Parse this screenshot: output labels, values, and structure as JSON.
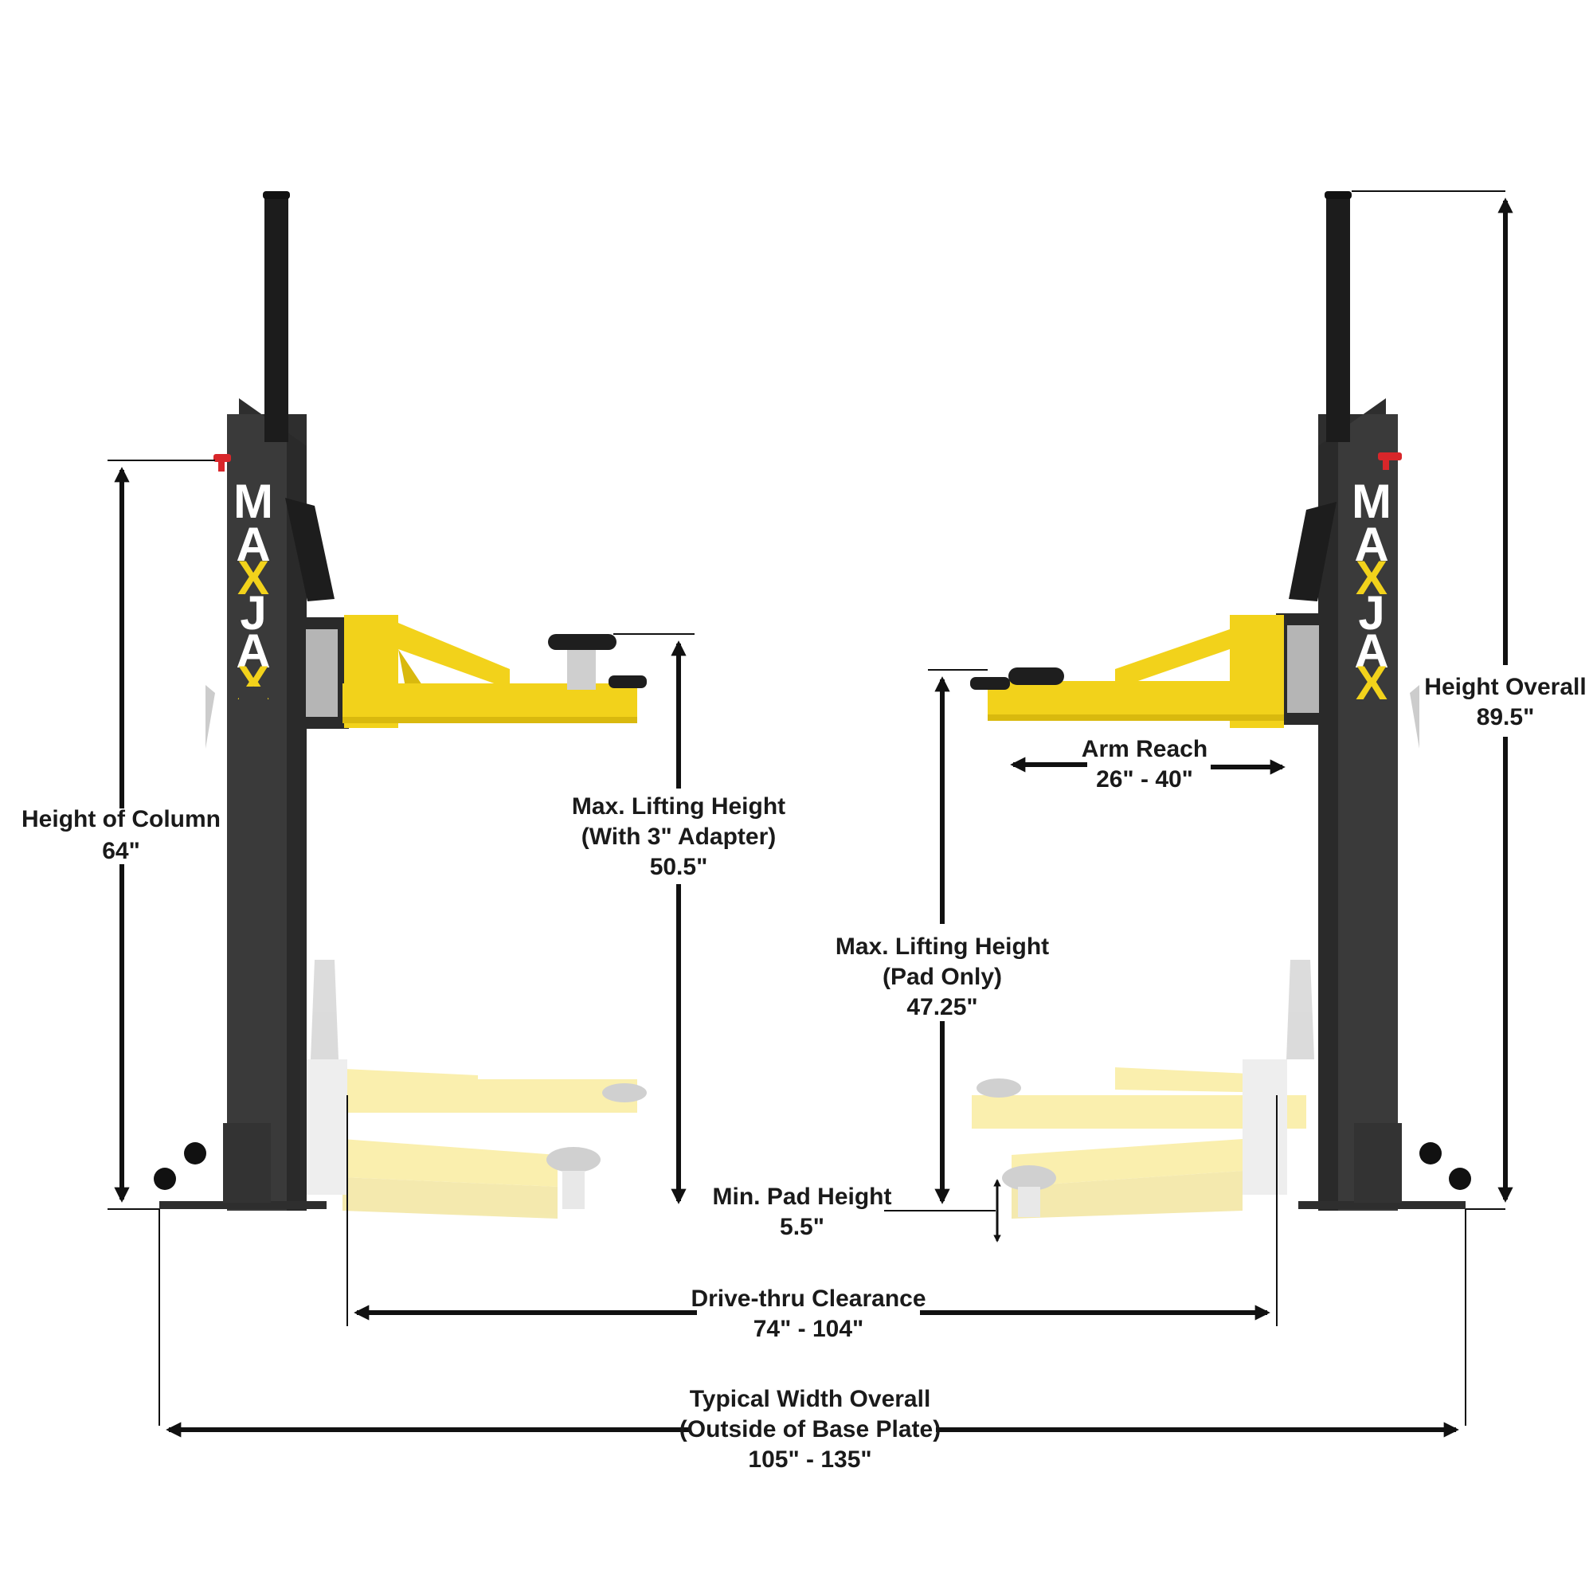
{
  "brand": {
    "letters": [
      "M",
      "A",
      "X",
      "J",
      "A",
      "X"
    ],
    "primary_color": "#ffffff",
    "accent_color": "#f2d21b"
  },
  "colors": {
    "column": "#3a3a3a",
    "column_dark": "#262626",
    "arm": "#f2d21b",
    "arm_shadow": "#d9b90e",
    "dimension_line": "#111111",
    "handle": "#d8262a"
  },
  "dimensions": {
    "height_of_column": {
      "title": "Height of Column",
      "value": "64\""
    },
    "max_lift_adapter": {
      "title": "Max. Lifting Height",
      "subtitle": "(With 3\" Adapter)",
      "value": "50.5\""
    },
    "max_lift_pad": {
      "title": "Max. Lifting Height",
      "subtitle": "(Pad Only)",
      "value": "47.25\""
    },
    "arm_reach": {
      "title": "Arm Reach",
      "value": "26\" - 40\""
    },
    "height_overall": {
      "title": "Height Overall",
      "value": "89.5\""
    },
    "min_pad_height": {
      "title": "Min. Pad Height",
      "value": "5.5\""
    },
    "drive_thru": {
      "title": "Drive-thru Clearance",
      "value": "74\" - 104\""
    },
    "width_overall": {
      "title": "Typical Width Overall",
      "subtitle": "(Outside of Base Plate)",
      "value": "105\" - 135\""
    }
  }
}
